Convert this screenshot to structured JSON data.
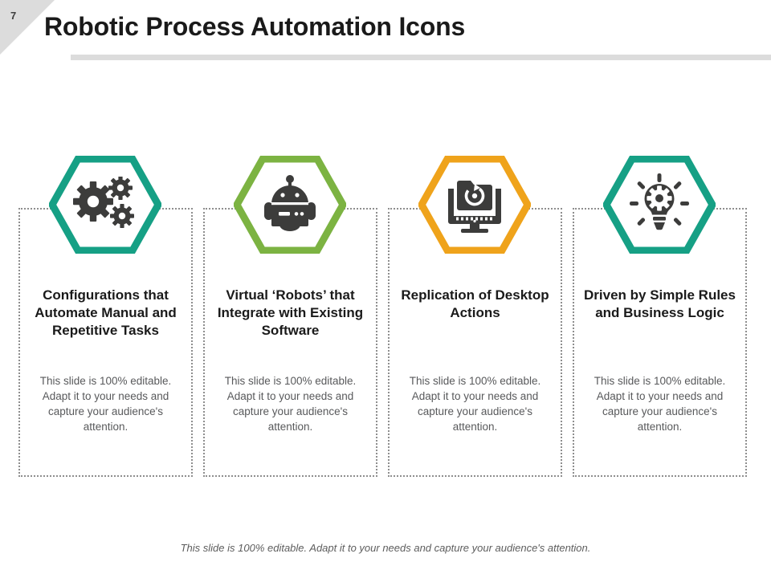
{
  "header": {
    "page_number": "7",
    "title": "Robotic Process Automation Icons",
    "accent_rule_color": "#dcdcdc",
    "corner_color": "#dcdcdc"
  },
  "cards": [
    {
      "icon": "gears-icon",
      "hex_color": "#16a085",
      "heading": "Configurations that Automate Manual and Repetitive Tasks",
      "body": "This slide is 100% editable. Adapt it to your needs and capture your audience's attention."
    },
    {
      "icon": "robot-head-icon",
      "hex_color": "#7cb342",
      "heading": "Virtual ‘Robots’ that Integrate with Existing Software",
      "body": "This slide is 100% editable. Adapt it to your needs and capture your audience's attention."
    },
    {
      "icon": "desktop-folder-refresh-icon",
      "hex_color": "#efa31b",
      "heading": "Replication of Desktop Actions",
      "body": "This slide is 100% editable. Adapt it to your needs and capture your audience's attention."
    },
    {
      "icon": "lightbulb-gear-icon",
      "hex_color": "#16a085",
      "heading": "Driven by Simple Rules and Business Logic",
      "body": "This slide is 100% editable. Adapt it to your needs and capture your audience's attention."
    }
  ],
  "footer": {
    "note": "This slide is 100% editable. Adapt it to your needs and capture your audience's attention."
  },
  "colors": {
    "icon_dark": "#3c3c3b",
    "dotted_border": "#8e8e8e",
    "body_text": "#58595b"
  }
}
